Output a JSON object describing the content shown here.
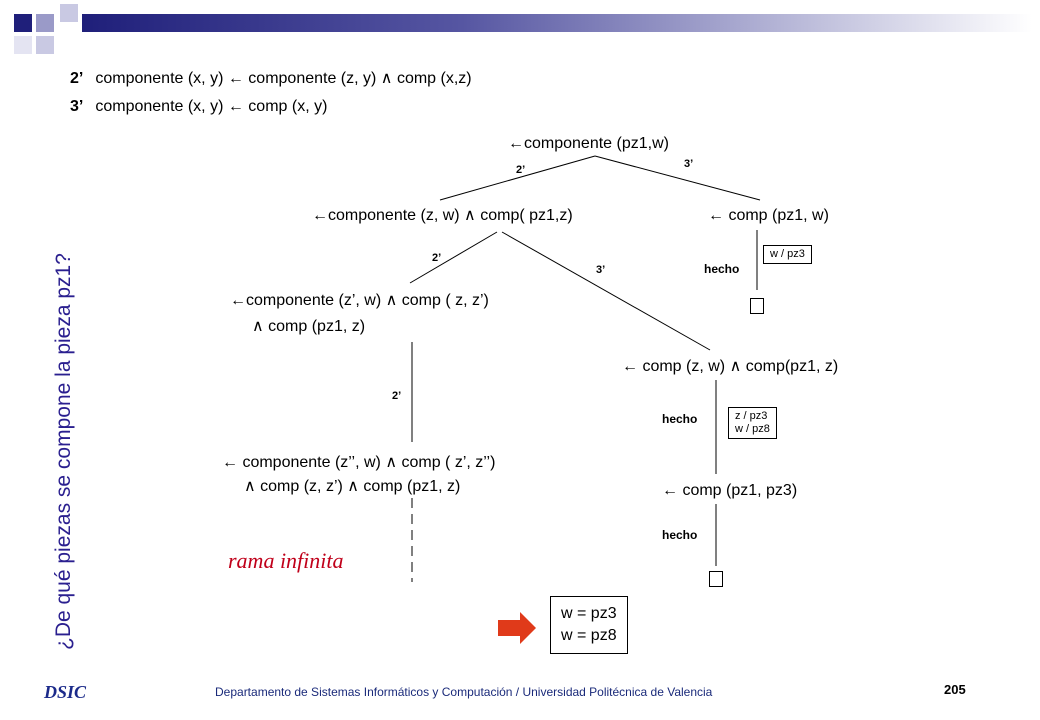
{
  "rules": {
    "r2": {
      "num": "2’",
      "text": "componente (x, y) ← componente (z, y) ∧ comp (x,z)"
    },
    "r3": {
      "num": "3’",
      "text": "componente (x, y) ← comp (x, y)"
    }
  },
  "side_question": "¿De qué piezas se compone la pieza pz1?",
  "tree": {
    "root": "←componente (pz1,w)",
    "n_left1": "←componente (z, w) ∧ comp( pz1,z)",
    "n_right1": "← comp (pz1, w)",
    "n_left2_line1": "←componente (z’, w) ∧ comp ( z, z’)",
    "n_left2_line2": "∧ comp (pz1, z)",
    "n_mid2": "← comp (z, w) ∧ comp(pz1, z)",
    "n_left3_line1": "← componente (z’’, w) ∧ comp ( z’, z’’)",
    "n_left3_line2": "∧ comp (z, z’) ∧ comp (pz1, z)",
    "n_mid3": "← comp (pz1, pz3)",
    "edge_labels": {
      "root_left": "2’",
      "root_right": "3’",
      "l1_left": "2’",
      "l1_right": "3’",
      "l2_down": "2’"
    },
    "hecho": "hecho",
    "subst1": "w / pz3",
    "subst2_line1": "z / pz3",
    "subst2_line2": "w / pz8",
    "infinite": "rama infinita"
  },
  "answer": {
    "line1": "w = pz3",
    "line2": "w = pz8"
  },
  "footer": {
    "text": "Departamento de Sistemas Informáticos y Computación / Universidad Politécnica de Valencia",
    "page": "205",
    "logo": "DSIC"
  },
  "colors": {
    "header_bar_dark": "#1f1f7a",
    "header_bar_light": "#ffffff",
    "side_text": "#2a1f8f",
    "infinite_text": "#c0001a",
    "arrow": "#e03a1a"
  }
}
